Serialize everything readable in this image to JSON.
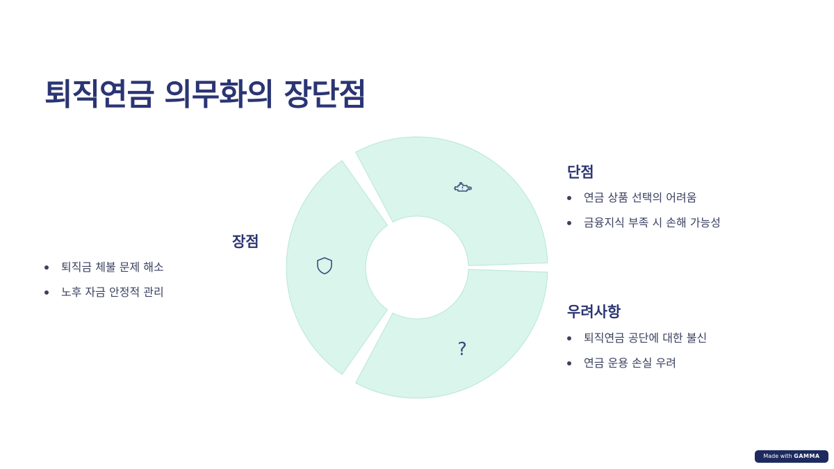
{
  "slide": {
    "title": "퇴직연금 의무화의 장단점"
  },
  "pros": {
    "title": "장점",
    "items": [
      "퇴직금 체불 문제 해소",
      "노후 자금 안정적 관리"
    ]
  },
  "cons": {
    "title": "단점",
    "items": [
      "연금 상품 선택의 어려움",
      "금융지식 부족 시 손해 가능성"
    ]
  },
  "concerns": {
    "title": "우려사항",
    "items": [
      "퇴직연금 공단에 대한 불신",
      "연금 운용 손실 우려"
    ]
  },
  "diagram": {
    "segment_fill": "#d9f5ec",
    "segment_stroke": "#b8e6d6",
    "icon_color": "#3c4a7a",
    "icons": [
      "shield-icon",
      "engine-warning-icon",
      "question-mark-icon"
    ],
    "question_glyph": "?"
  },
  "badge": {
    "prefix": "Made with",
    "brand": "GAMMA"
  }
}
